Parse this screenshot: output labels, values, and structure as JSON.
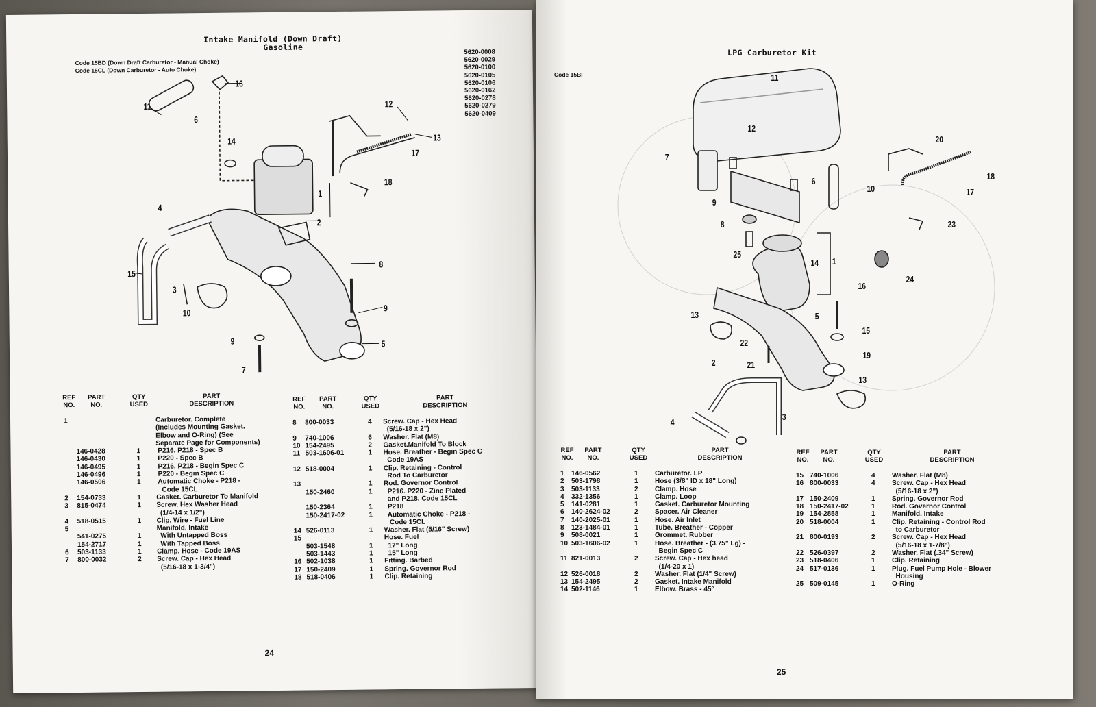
{
  "left_page": {
    "title": "Intake Manifold (Down Draft)",
    "subtitle": "Gasoline",
    "codes": [
      "Code 15BD (Down Draft Carburetor - Manual Choke)",
      "Code 15CL (Down Carburetor - Auto Choke)"
    ],
    "model_numbers": [
      "5620-0008",
      "5620-0029",
      "5620-0100",
      "5620-0105",
      "5620-0106",
      "5620-0162",
      "5620-0278",
      "5620-0279",
      "5620-0409"
    ],
    "callouts": [
      "16",
      "11",
      "6",
      "14",
      "12",
      "13",
      "17",
      "18",
      "4",
      "1",
      "2",
      "15",
      "3",
      "10",
      "8",
      "9",
      "9",
      "5",
      "7"
    ],
    "table_headers": {
      "ref": "REF\nNO.",
      "part": "PART\nNO.",
      "qty": "QTY\nUSED",
      "desc": "PART\nDESCRIPTION"
    },
    "table1": [
      [
        "1",
        "",
        "",
        "Carburetor. Complete"
      ],
      [
        "",
        "",
        "",
        "(Includes Mounting Gasket."
      ],
      [
        "",
        "",
        "",
        "Elbow and O-Ring) (See"
      ],
      [
        "",
        "",
        "",
        "Separate Page for Components)"
      ],
      [
        "",
        "146-0428",
        "1",
        " P216. P218 - Spec B"
      ],
      [
        "",
        "146-0430",
        "1",
        " P220 - Spec B"
      ],
      [
        "",
        "146-0495",
        "1",
        " P216. P218 - Begin Spec C"
      ],
      [
        "",
        "146-0496",
        "1",
        " P220 - Begin Spec C"
      ],
      [
        "",
        "146-0506",
        "1",
        " Automatic Choke - P218 -"
      ],
      [
        "",
        "",
        "",
        "   Code 15CL"
      ],
      [
        "2",
        "154-0733",
        "1",
        "Gasket. Carburetor To Manifold"
      ],
      [
        "3",
        "815-0474",
        "1",
        "Screw. Hex Washer Head"
      ],
      [
        "",
        "",
        "",
        "  (1/4-14 x 1/2\")"
      ],
      [
        "4",
        "518-0515",
        "1",
        "Clip. Wire - Fuel Line"
      ],
      [
        "5",
        "",
        "",
        "Manifold. Intake"
      ],
      [
        "",
        "541-0275",
        "1",
        "  With Untapped Boss"
      ],
      [
        "",
        "154-2717",
        "1",
        "  With Tapped Boss"
      ],
      [
        "6",
        "503-1133",
        "1",
        "Clamp. Hose - Code 19AS"
      ],
      [
        "7",
        "800-0032",
        "2",
        "Screw. Cap - Hex Head"
      ],
      [
        "",
        "",
        "",
        "  (5/16-18 x 1-3/4\")"
      ]
    ],
    "table2": [
      [
        "8",
        "800-0033",
        "4",
        "Screw. Cap - Hex Head"
      ],
      [
        "",
        "",
        "",
        "  (5/16-18 x 2\")"
      ],
      [
        "9",
        "740-1006",
        "6",
        "Washer. Flat (M8)"
      ],
      [
        "10",
        "154-2495",
        "2",
        "Gasket.Manifold To Block"
      ],
      [
        "11",
        "503-1606-01",
        "1",
        "Hose. Breather - Begin Spec C"
      ],
      [
        "",
        "",
        "",
        "  Code 19AS"
      ],
      [
        "12",
        "518-0004",
        "1",
        "Clip. Retaining - Control"
      ],
      [
        "",
        "",
        "",
        "  Rod To Carburetor"
      ],
      [
        "13",
        "",
        "1",
        "Rod. Governor Control"
      ],
      [
        "",
        "150-2460",
        "1",
        "  P216. P220 - Zinc Plated"
      ],
      [
        "",
        "",
        "",
        "  and P218. Code 15CL"
      ],
      [
        "",
        "150-2364",
        "1",
        "  P218"
      ],
      [
        "",
        "150-2417-02",
        "1",
        "  Automatic Choke - P218 -"
      ],
      [
        "",
        "",
        "",
        "   Code 15CL"
      ],
      [
        "14",
        "526-0113",
        "1",
        "Washer. Flat (5/16\" Screw)"
      ],
      [
        "15",
        "",
        "",
        "Hose. Fuel"
      ],
      [
        "",
        "503-1548",
        "1",
        "  17\" Long"
      ],
      [
        "",
        "503-1443",
        "1",
        "  15\" Long"
      ],
      [
        "16",
        "502-1038",
        "1",
        "Fitting. Barbed"
      ],
      [
        "17",
        "150-2409",
        "1",
        "Spring. Governor Rod"
      ],
      [
        "18",
        "518-0406",
        "1",
        "Clip. Retaining"
      ]
    ],
    "page_number": "24"
  },
  "right_page": {
    "title": "LPG Carburetor Kit",
    "code": "Code 15BF",
    "callouts": [
      "11",
      "12",
      "7",
      "6",
      "10",
      "9",
      "8",
      "20",
      "18",
      "17",
      "23",
      "25",
      "14",
      "1",
      "24",
      "16",
      "5",
      "13",
      "15",
      "22",
      "19",
      "21",
      "2",
      "13",
      "4",
      "3"
    ],
    "table1": [
      [
        "1",
        "146-0562",
        "1",
        "Carburetor. LP"
      ],
      [
        "2",
        "503-1798",
        "1",
        "Hose (3/8\" ID x 18\" Long)"
      ],
      [
        "3",
        "503-1133",
        "2",
        "Clamp. Hose"
      ],
      [
        "4",
        "332-1356",
        "1",
        "Clamp. Loop"
      ],
      [
        "5",
        "141-0281",
        "1",
        "Gasket. Carburetor Mounting"
      ],
      [
        "6",
        "140-2624-02",
        "2",
        "Spacer. Air Cleaner"
      ],
      [
        "7",
        "140-2025-01",
        "1",
        "Hose. Air Inlet"
      ],
      [
        "8",
        "123-1484-01",
        "1",
        "Tube. Breather - Copper"
      ],
      [
        "9",
        "508-0021",
        "1",
        "Grommet. Rubber"
      ],
      [
        "10",
        "503-1606-02",
        "1",
        "Hose. Breather - (3.75\" Lg) -"
      ],
      [
        "",
        "",
        "",
        "  Begin Spec C"
      ],
      [
        "11",
        "821-0013",
        "2",
        "Screw. Cap - Hex head"
      ],
      [
        "",
        "",
        "",
        "  (1/4-20 x 1)"
      ],
      [
        "12",
        "526-0018",
        "2",
        "Washer. Flat (1/4\" Screw)"
      ],
      [
        "13",
        "154-2495",
        "2",
        "Gasket. Intake Manifold"
      ],
      [
        "14",
        "502-1146",
        "1",
        "Elbow. Brass - 45°"
      ]
    ],
    "table2": [
      [
        "15",
        "740-1006",
        "4",
        "Washer. Flat (M8)"
      ],
      [
        "16",
        "800-0033",
        "4",
        "Screw. Cap - Hex Head"
      ],
      [
        "",
        "",
        "",
        "  (5/16-18 x 2\")"
      ],
      [
        "17",
        "150-2409",
        "1",
        "Spring. Governor Rod"
      ],
      [
        "18",
        "150-2417-02",
        "1",
        "Rod. Governor Control"
      ],
      [
        "19",
        "154-2858",
        "1",
        "Manifold. Intake"
      ],
      [
        "20",
        "518-0004",
        "1",
        "Clip. Retaining - Control Rod"
      ],
      [
        "",
        "",
        "",
        "  to Carburetor"
      ],
      [
        "21",
        "800-0193",
        "2",
        "Screw. Cap - Hex Head"
      ],
      [
        "",
        "",
        "",
        "  (5/16-18 x 1-7/8\")"
      ],
      [
        "22",
        "526-0397",
        "2",
        "Washer. Flat (.34\" Screw)"
      ],
      [
        "23",
        "518-0406",
        "1",
        "Clip. Retaining"
      ],
      [
        "24",
        "517-0136",
        "1",
        "Plug. Fuel Pump Hole - Blower"
      ],
      [
        "",
        "",
        "",
        "  Housing"
      ],
      [
        "25",
        "509-0145",
        "1",
        "O-Ring"
      ]
    ],
    "page_number": "25"
  }
}
